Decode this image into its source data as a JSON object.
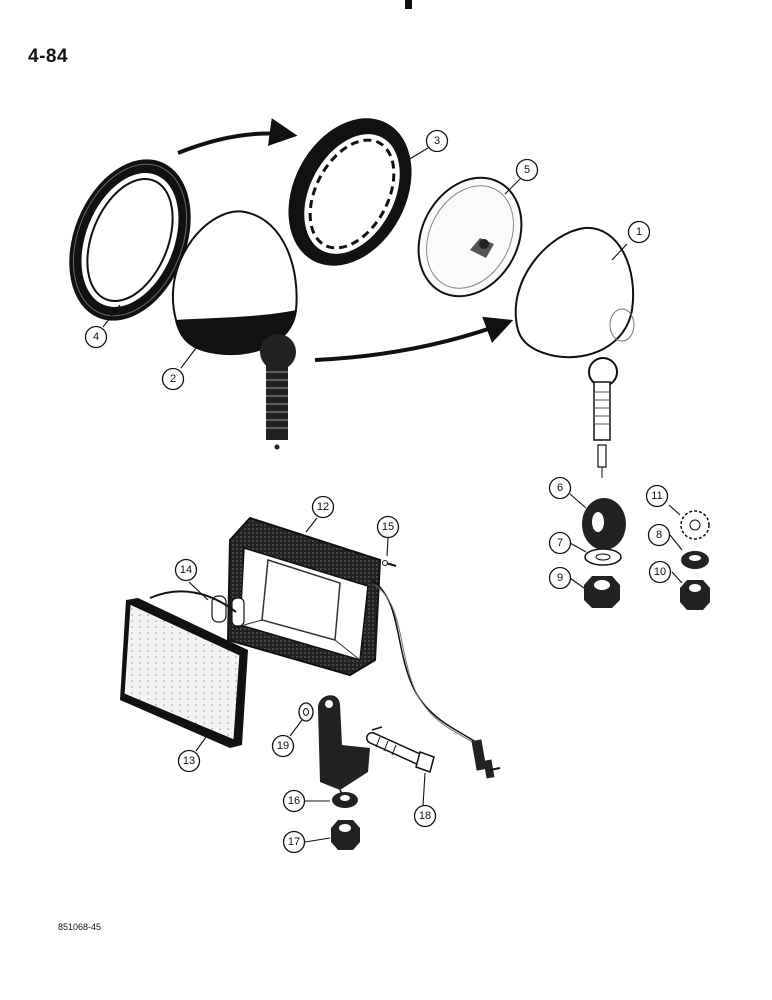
{
  "page_number": "4-84",
  "figure_code": "851068-45",
  "callouts": [
    {
      "id": "1",
      "label": "1"
    },
    {
      "id": "2",
      "label": "2"
    },
    {
      "id": "3",
      "label": "3"
    },
    {
      "id": "4",
      "label": "4"
    },
    {
      "id": "5",
      "label": "5"
    },
    {
      "id": "6",
      "label": "6"
    },
    {
      "id": "7",
      "label": "7"
    },
    {
      "id": "8",
      "label": "8"
    },
    {
      "id": "9",
      "label": "9"
    },
    {
      "id": "10",
      "label": "10"
    },
    {
      "id": "11",
      "label": "11"
    },
    {
      "id": "12",
      "label": "12"
    },
    {
      "id": "13",
      "label": "13"
    },
    {
      "id": "14",
      "label": "14"
    },
    {
      "id": "15",
      "label": "15"
    },
    {
      "id": "16",
      "label": "16"
    },
    {
      "id": "17",
      "label": "17"
    },
    {
      "id": "18",
      "label": "18"
    },
    {
      "id": "19",
      "label": "19"
    }
  ]
}
